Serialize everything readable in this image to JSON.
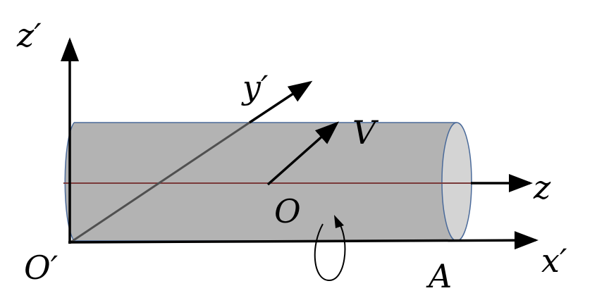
{
  "labels": {
    "z_prime": "z′",
    "y_prime": "y′",
    "x_prime": "x′",
    "o_prime": "O′",
    "z": "z",
    "o": "O",
    "v": "V",
    "a": "A"
  },
  "colors": {
    "cylinder_body": "#b3b3b3",
    "cylinder_end_cap": "#d4d4d4",
    "cylinder_outline": "#4a6a9a",
    "axis_line": "#000000",
    "center_line": "#7a3a3a",
    "oblique_axis": "#505050"
  }
}
